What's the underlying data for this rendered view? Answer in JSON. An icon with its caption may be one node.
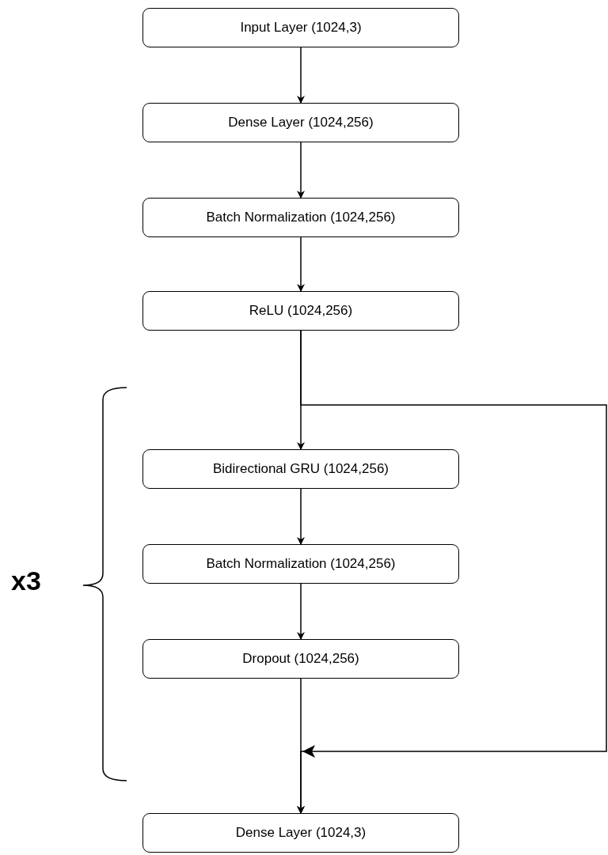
{
  "diagram": {
    "nodes": [
      {
        "text": [
          "Input Layer (1024,3)"
        ]
      },
      {
        "text": [
          "Dense Layer (1024,256)"
        ]
      },
      {
        "text": [
          "Batch Normalization (1024,256)"
        ]
      },
      {
        "text": [
          "ReLU (1024,256)"
        ]
      },
      {
        "text": [
          "Bidirectional GRU (1024,256)"
        ]
      },
      {
        "text": [
          "Batch Normalization (1024,256)"
        ]
      },
      {
        "text": [
          "Dropout (1024,256)"
        ]
      },
      {
        "text": [
          "Dense Layer (1024,3)"
        ]
      }
    ],
    "edges": [
      {
        "from": 0,
        "to": 1,
        "arrow": "to"
      },
      {
        "from": 1,
        "to": 2,
        "arrow": "to"
      },
      {
        "from": 2,
        "to": 3,
        "arrow": "to"
      },
      {
        "from": 3,
        "to": 4,
        "arrow": "to"
      },
      {
        "from": 3,
        "to": 7,
        "arrow": "to"
      },
      {
        "from": 4,
        "to": 5,
        "arrow": "to"
      },
      {
        "from": 5,
        "to": 6,
        "arrow": "to"
      },
      {
        "from": 6,
        "to": 7,
        "arrow": "to"
      }
    ],
    "labels": [
      "x3"
    ]
  }
}
